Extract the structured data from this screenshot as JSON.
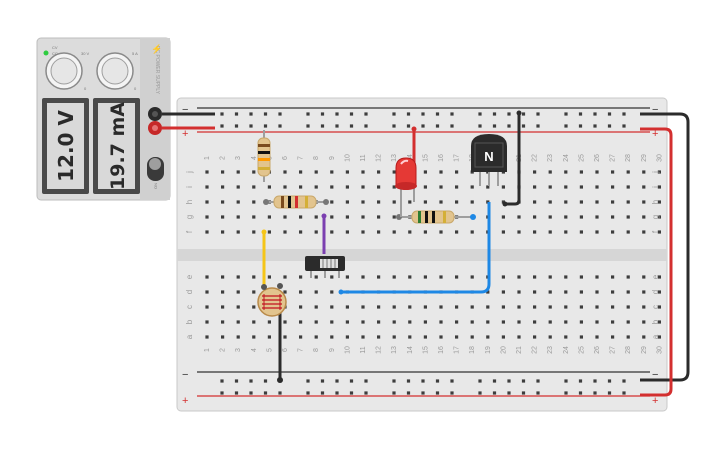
{
  "power_supply": {
    "voltage_display": "12.0 V",
    "current_display": "19.7 mA",
    "switch_label": "ON",
    "knob_scale_low_left": "0",
    "knob_scale_high_left": "30 V",
    "knob_scale_low_right": "0",
    "knob_scale_high_right": "5 A",
    "cc_label": "CC",
    "cv_label": "CV",
    "side_caption": "DC POWER SUPPLY"
  },
  "breadboard": {
    "column_numbers": [
      "1",
      "2",
      "3",
      "4",
      "5",
      "6",
      "7",
      "8",
      "9",
      "10",
      "11",
      "12",
      "13",
      "14",
      "15",
      "16",
      "17",
      "18",
      "19",
      "20",
      "21",
      "22",
      "23",
      "24",
      "25",
      "26",
      "27",
      "28",
      "29",
      "30"
    ],
    "row_letters_top": [
      "j",
      "i",
      "h",
      "g",
      "f"
    ],
    "row_letters_bottom": [
      "e",
      "d",
      "c",
      "b",
      "a"
    ],
    "rail_minus": "−",
    "rail_plus": "+"
  },
  "transistor": {
    "label": "N"
  },
  "colors": {
    "wire_red": "#d32f2f",
    "wire_black": "#2b2b2b",
    "wire_blue": "#1e88e5",
    "wire_yellow": "#f5c518",
    "wire_purple": "#7b3fb0",
    "led_red": "#e53935",
    "lcd_bg": "#d9d9d9"
  }
}
